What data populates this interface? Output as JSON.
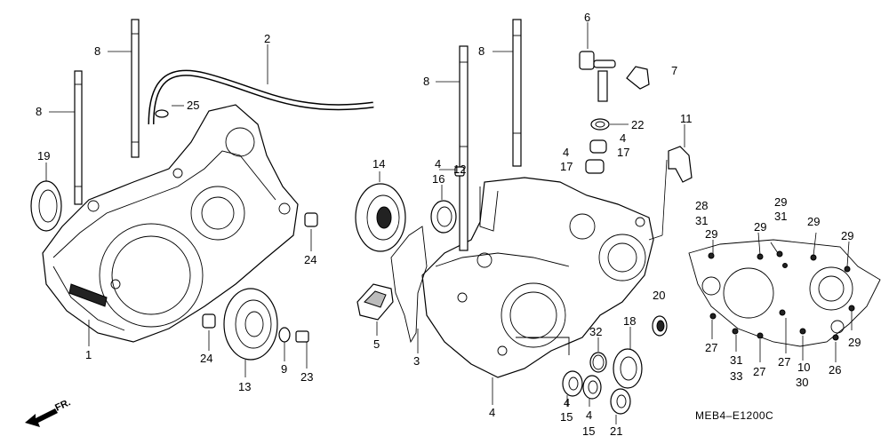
{
  "callouts": {
    "c2": "2",
    "c8a": "8",
    "c8b": "8",
    "c8c": "8",
    "c8d": "8",
    "c19": "19",
    "c25": "25",
    "c24a": "24",
    "c24b": "24",
    "c1": "1",
    "c13": "13",
    "c9": "9",
    "c23": "23",
    "c14": "14",
    "c4a": "4",
    "c16": "16",
    "c12": "12",
    "c5": "5",
    "c3": "3",
    "c4b": "4",
    "c6": "6",
    "c7": "7",
    "c22": "22",
    "c4c": "4",
    "c17a": "17",
    "c4d": "4",
    "c17b": "17",
    "c11": "11",
    "c20": "20",
    "c32": "32",
    "c18": "18",
    "c4e": "4",
    "c15a": "15",
    "c4f": "4",
    "c15b": "15",
    "c21": "21",
    "c28": "28",
    "c31a": "31",
    "c29a": "29",
    "c29b": "29",
    "c31b": "31",
    "c29c": "29",
    "c29d": "29",
    "c29e": "29",
    "c29f": "29",
    "c27a": "27",
    "c31c": "31",
    "c33": "33",
    "c27b": "27",
    "c27c": "27",
    "c10": "10",
    "c30": "30",
    "c26": "26"
  },
  "diagram_code": "MEB4–E1200C",
  "front_arrow_text": "FR."
}
